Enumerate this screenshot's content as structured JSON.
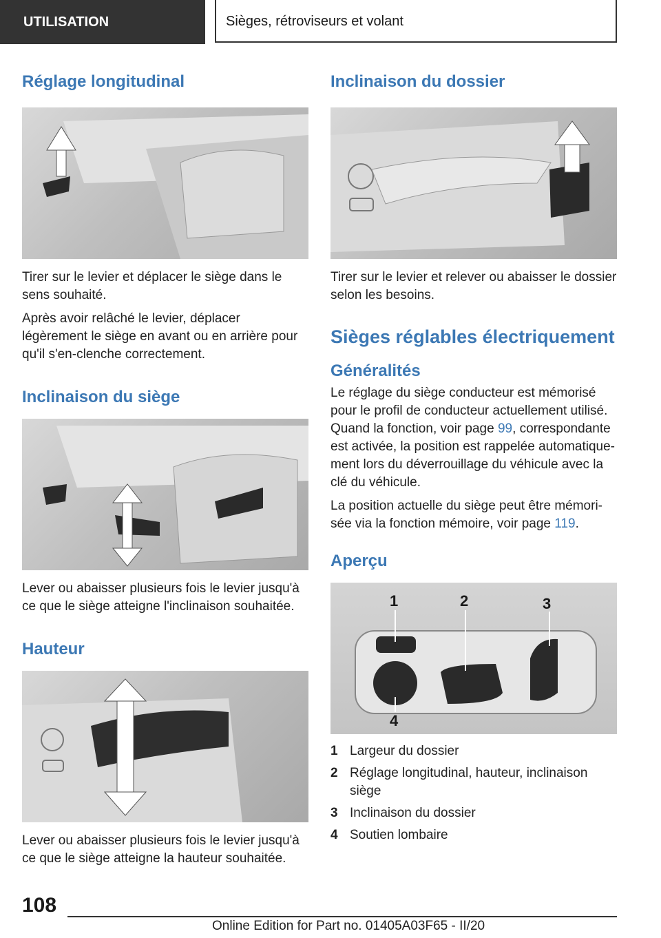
{
  "header": {
    "section": "UTILISATION",
    "chapter": "Sièges, rétroviseurs et volant"
  },
  "left": {
    "s1_title": "Réglage longitudinal",
    "s1_p1": "Tirer sur le levier et déplacer le siège dans le sens souhaité.",
    "s1_p2": "Après avoir relâché le levier, déplacer légèrement le siège en avant ou en arrière pour qu'il s'en-clenche correctement.",
    "s2_title": "Inclinaison du siège",
    "s2_p1": "Lever ou abaisser plusieurs fois le levier jusqu'à ce que le siège atteigne l'inclinaison souhaitée.",
    "s3_title": "Hauteur",
    "s3_p1": "Lever ou abaisser plusieurs fois le levier jusqu'à ce que le siège atteigne la hauteur souhaitée."
  },
  "right": {
    "s1_title": "Inclinaison du dossier",
    "s1_p1": "Tirer sur le levier et relever ou abaisser le dossier selon les besoins.",
    "main_title": "Sièges réglables électriquement",
    "gen_title": "Généralités",
    "gen_p1_a": "Le réglage du siège conducteur est mémorisé pour le profil de conducteur actuellement utilisé. Quand la fonction, voir page ",
    "gen_p1_link": "99",
    "gen_p1_b": ", correspondante est activée, la position est rappelée automatique-ment lors du déverrouillage du véhicule avec la clé du véhicule.",
    "gen_p2_a": "La position actuelle du siège peut être mémori-sée via la fonction mémoire, voir page ",
    "gen_p2_link": "119",
    "gen_p2_b": ".",
    "overview_title": "Aperçu",
    "callouts": [
      "1",
      "2",
      "3",
      "4"
    ],
    "legend": [
      {
        "num": "1",
        "text": "Largeur du dossier"
      },
      {
        "num": "2",
        "text": "Réglage longitudinal, hauteur, inclinaison siège"
      },
      {
        "num": "3",
        "text": "Inclinaison du dossier"
      },
      {
        "num": "4",
        "text": "Soutien lombaire"
      }
    ]
  },
  "footer": {
    "page": "108",
    "edition": "Online Edition for Part no. 01405A03F65 - II/20"
  }
}
